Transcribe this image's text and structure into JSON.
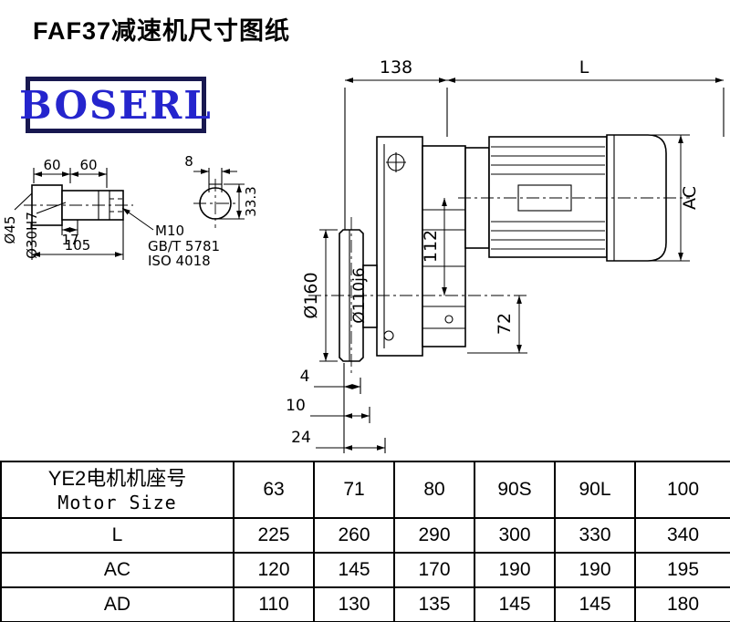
{
  "page": {
    "title": "FAF37减速机尺寸图纸",
    "logo_text": "BOSERL"
  },
  "drawing": {
    "labels": {
      "dim_138": "138",
      "dim_L": "L",
      "dim_AC": "AC",
      "dim_112": "112",
      "dim_72": "72",
      "dim_4": "4",
      "dim_10": "10",
      "dim_24": "24",
      "flange_od": "Ø160",
      "flange_fit": "Ø110j6",
      "shaft_60_left": "60",
      "shaft_60_right": "60",
      "shaft_17": "17",
      "shaft_105": "105",
      "shaft_d45": "Ø45",
      "shaft_d30": "Ø30H7",
      "thread": "M10",
      "std_gb": "GB/T 5781",
      "std_iso": "ISO 4018",
      "key_width": "8",
      "key_height": "33.3"
    }
  },
  "table": {
    "header": {
      "line1": "YE2电机机座号",
      "line2": "Motor Size"
    },
    "sizes": [
      "63",
      "71",
      "80",
      "90S",
      "90L",
      "100"
    ],
    "rows": [
      {
        "label": "L",
        "values": [
          "225",
          "260",
          "290",
          "300",
          "330",
          "340"
        ]
      },
      {
        "label": "AC",
        "values": [
          "120",
          "145",
          "170",
          "190",
          "190",
          "195"
        ]
      },
      {
        "label": "AD",
        "values": [
          "110",
          "130",
          "135",
          "145",
          "145",
          "180"
        ]
      }
    ]
  }
}
